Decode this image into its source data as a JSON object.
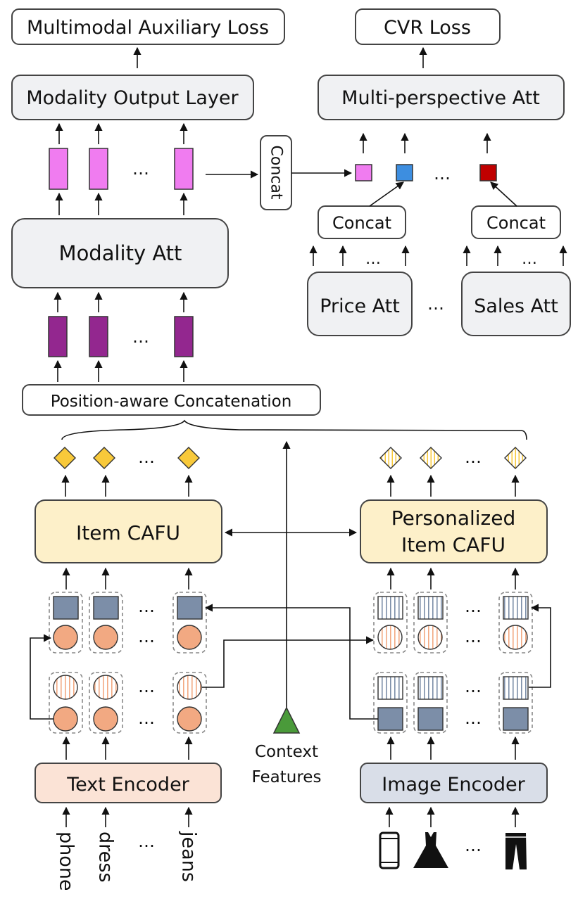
{
  "labels": {
    "multimodal_loss": "Multimodal Auxiliary Loss",
    "cvr_loss": "CVR Loss",
    "modality_output_layer": "Modality Output Layer",
    "multi_perspective_att": "Multi-perspective Att",
    "concat_vertical": "Concat",
    "concat_left": "Concat",
    "concat_right": "Concat",
    "modality_att": "Modality Att",
    "price_att": "Price Att",
    "sales_att": "Sales Att",
    "position_aware_concat": "Position-aware Concatenation",
    "item_cafu": "Item CAFU",
    "personalized_cafu_line1": "Personalized",
    "personalized_cafu_line2": "Item CAFU",
    "context_line1": "Context",
    "context_line2": "Features",
    "text_encoder": "Text Encoder",
    "image_encoder": "Image Encoder",
    "ellipsis": "…"
  },
  "words": [
    "phone",
    "dress",
    "jeans"
  ],
  "icons": [
    "phone-icon",
    "dress-icon",
    "jeans-icon"
  ],
  "colors": {
    "box_gray": "#f0f1f3",
    "box_yellow": "#fdf0c9",
    "box_peach": "#fbe3d6",
    "box_blue": "#d9dee8",
    "pink": "#f07cf0",
    "purple": "#93278f",
    "light_blue": "#3d8ee0",
    "red": "#c00000",
    "gold": "#f8c93a",
    "orange": "#f2a982",
    "steel": "#7c8ea8",
    "green": "#4a9a3a"
  }
}
